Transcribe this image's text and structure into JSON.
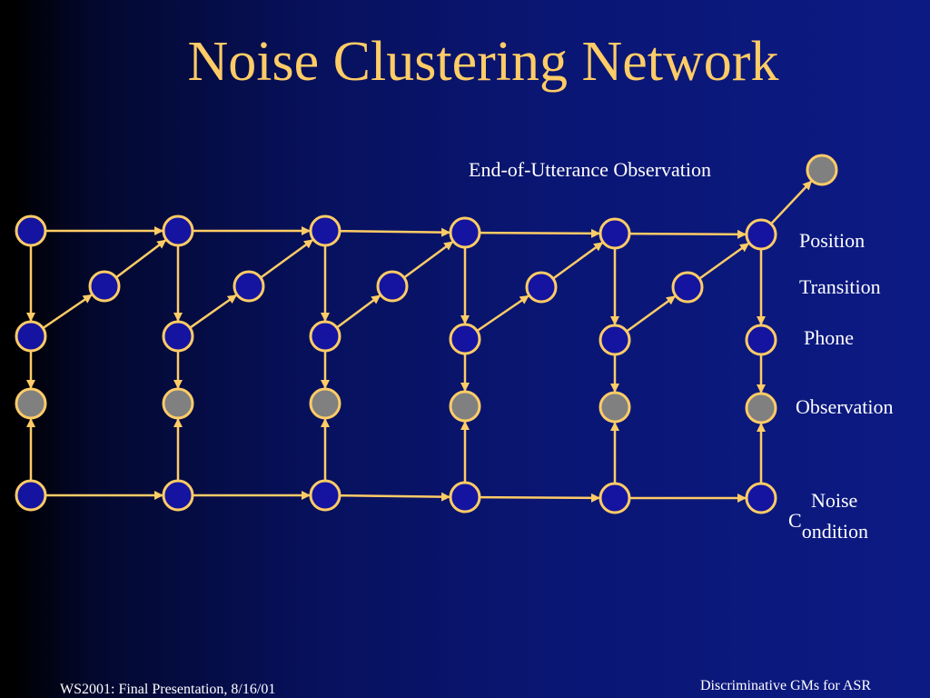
{
  "slide": {
    "title": "Noise Clustering Network",
    "footer_left": "WS2001: Final Presentation, 8/16/01",
    "footer_right": "Discriminative GMs for ASR"
  },
  "labels": {
    "end_of_utterance": "End-of-Utterance Observation",
    "position": "Position",
    "transition": "Transition",
    "phone": "Phone",
    "observation": "Observation",
    "noise": "Noise",
    "condition_c": "C",
    "condition_rest": "ondition"
  },
  "colors": {
    "title": "#ffcc66",
    "edge": "#ffcc66",
    "hidden_node_fill": "#1414a0",
    "observed_node_fill": "#808080",
    "node_stroke": "#ffcc66",
    "text": "#ffffff"
  },
  "diagram": {
    "time_slices": 6,
    "node_types": {
      "hidden": [
        "Position",
        "Transition",
        "Phone",
        "Noise Condition"
      ],
      "observed": [
        "Observation",
        "End-of-Utterance Observation"
      ]
    }
  }
}
